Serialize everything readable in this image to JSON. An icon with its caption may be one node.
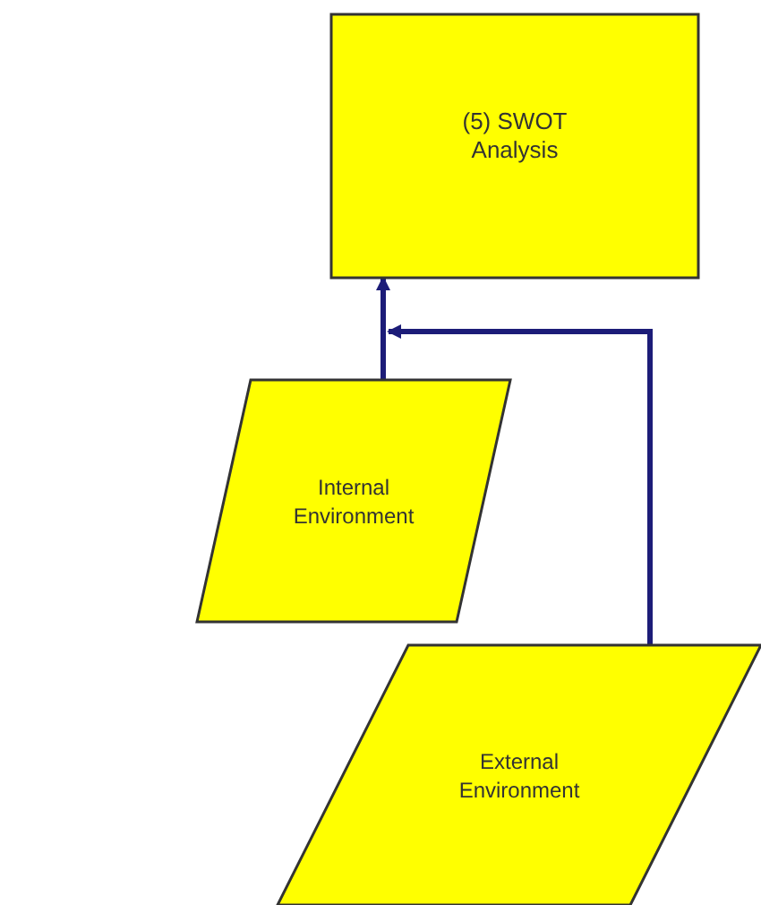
{
  "diagram": {
    "nodes": [
      {
        "text": [
          "(5) SWOT Analysis"
        ]
      },
      {
        "text": [
          "Internal Environment"
        ]
      },
      {
        "text": [
          "External Environment"
        ]
      }
    ],
    "edges": [
      {
        "from": 1,
        "to": 0,
        "arrow": "to"
      },
      {
        "from": 2,
        "to": 0,
        "arrow": "to"
      }
    ]
  }
}
